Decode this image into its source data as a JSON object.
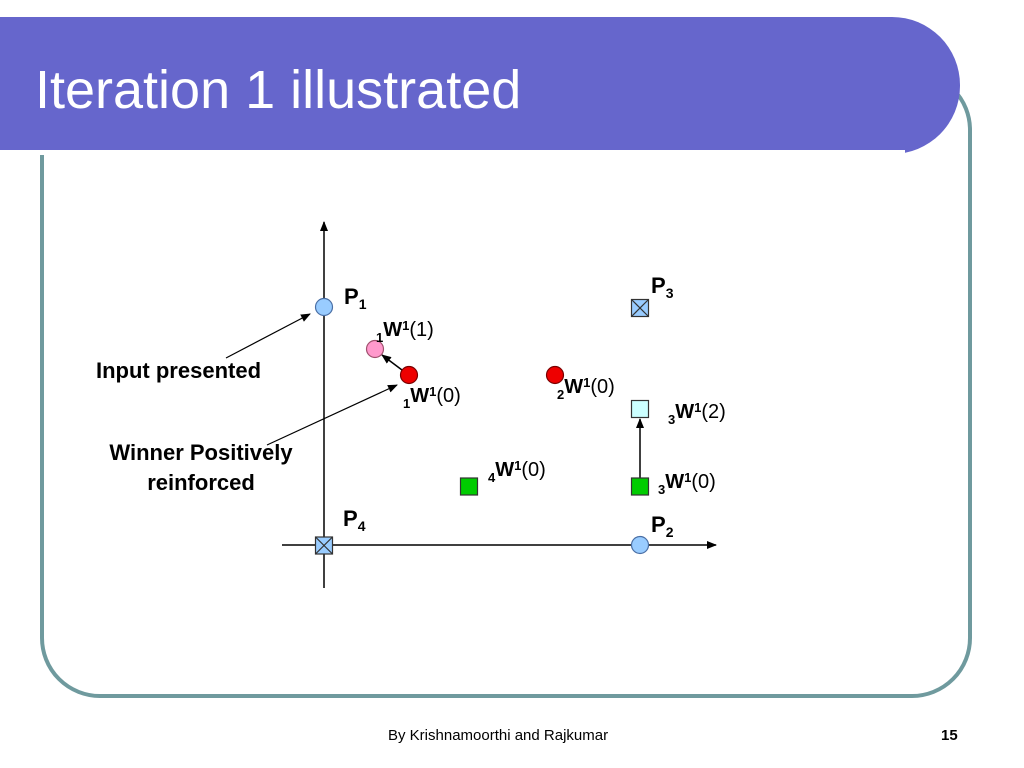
{
  "slide": {
    "title": "Iteration 1 illustrated",
    "footer": "By Krishnamoorthi and Rajkumar",
    "page_number": "15"
  },
  "colors": {
    "header": "#6666cc",
    "frame": "#6f9a9e",
    "input_circle": "#99ccff",
    "winner_old": "#ee0000",
    "winner_new": "#ff99cc",
    "weight_square": "#00cc00",
    "moved_square": "#ccffff"
  },
  "callouts": {
    "input_presented": "Input presented",
    "winner_line1": "Winner Positively",
    "winner_line2": "reinforced"
  },
  "points": {
    "p1": {
      "base": "P",
      "sub": "1"
    },
    "p2": {
      "base": "P",
      "sub": "2"
    },
    "p3": {
      "base": "P",
      "sub": "3"
    },
    "p4": {
      "base": "P",
      "sub": "4"
    }
  },
  "weights": {
    "w1_1": {
      "pre": "1",
      "base": "W",
      "sup": "1",
      "arg": "(1)"
    },
    "w1_0": {
      "pre": "1",
      "base": "W",
      "sup": "1",
      "arg": "(0)"
    },
    "w2_0": {
      "pre": "2",
      "base": "W",
      "sup": "1",
      "arg": "(0)"
    },
    "w3_2": {
      "pre": "3",
      "base": "W",
      "sup": "1",
      "arg": "(2)"
    },
    "w3_0": {
      "pre": "3",
      "base": "W",
      "sup": "1",
      "arg": "(0)"
    },
    "w4_0": {
      "pre": "4",
      "base": "W",
      "sup": "1",
      "arg": "(0)"
    }
  }
}
